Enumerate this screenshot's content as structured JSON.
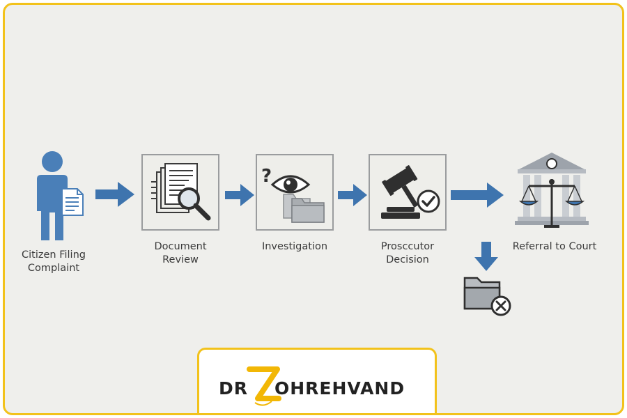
{
  "diagram": {
    "steps": [
      {
        "id": "citizen",
        "label_line1": "Citizen Filing",
        "label_line2": "Complaint",
        "icon": "person-with-document-icon"
      },
      {
        "id": "document-review",
        "label_line1": "Document",
        "label_line2": "Review",
        "icon": "documents-magnifier-icon"
      },
      {
        "id": "investigation",
        "label_line1": "Investigation",
        "label_line2": "",
        "icon": "eye-question-folder-icon"
      },
      {
        "id": "prosecutor",
        "label_line1": "Prosccutor",
        "label_line2": "Decision",
        "icon": "gavel-check-icon"
      },
      {
        "id": "court",
        "label_line1": "Referral to Court",
        "label_line2": "",
        "icon": "courthouse-scales-icon"
      }
    ],
    "dismissal": {
      "icon": "folder-x-icon"
    },
    "colors": {
      "arrow": "#3e74ae",
      "person": "#4a7fb8",
      "frame": "#f2c21b",
      "box_border": "#9a9c9e"
    }
  },
  "logo": {
    "text": "DR ZOHREHVAND"
  }
}
